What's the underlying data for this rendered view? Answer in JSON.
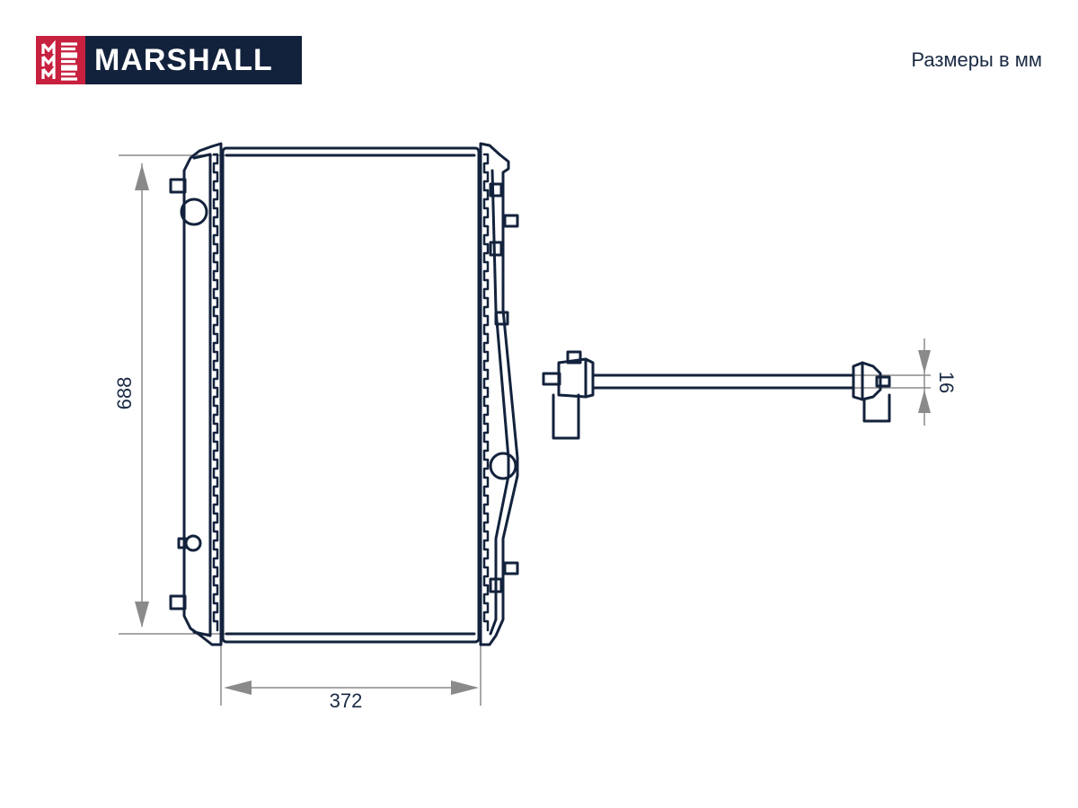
{
  "brand": {
    "name": "MARSHALL",
    "colors": {
      "mark": "#c8203f",
      "wordmark_bg": "#13223c",
      "line": "#13223c",
      "dimension": "#8a8a8a"
    }
  },
  "units_label": "Размеры в мм",
  "dimensions": {
    "height": "688",
    "width": "372",
    "thickness": "16"
  }
}
